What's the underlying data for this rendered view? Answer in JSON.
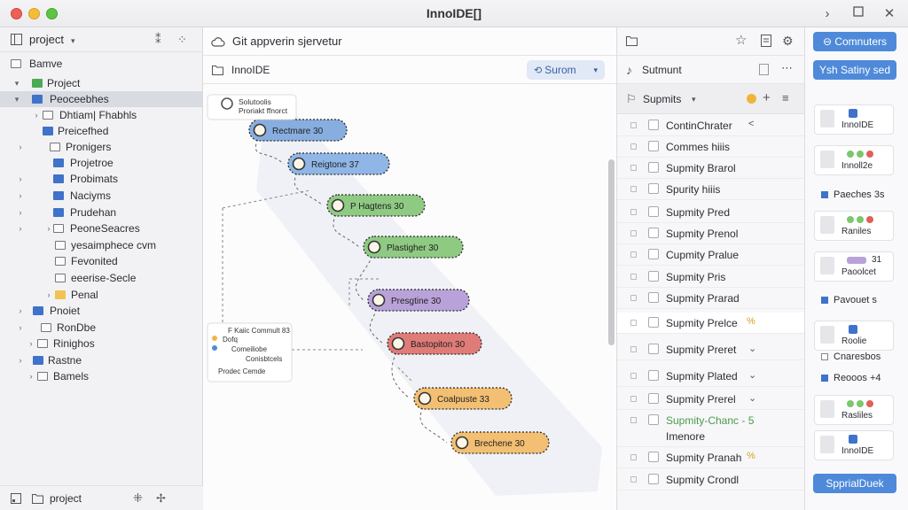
{
  "window": {
    "title": "InnoIDE[]"
  },
  "sidebar": {
    "header_label": "project",
    "items": [
      {
        "label": "Bamve"
      },
      {
        "label": "Project"
      },
      {
        "label": "Peoceebhes"
      },
      {
        "label": "Dhtiam| Fhabhls"
      },
      {
        "label": "Preicefhed"
      },
      {
        "label": "Pronigers"
      },
      {
        "label": "Projetroe"
      },
      {
        "label": "Probimats"
      },
      {
        "label": "Naciyms"
      },
      {
        "label": "Prudehan"
      },
      {
        "label": "PeoneSeacres"
      },
      {
        "label": "yesaimphece cvm"
      },
      {
        "label": "Fevonited"
      },
      {
        "label": "eeerise-Secle"
      },
      {
        "label": "Penal"
      },
      {
        "label": "Pnoiet"
      },
      {
        "label": "RonDbe"
      },
      {
        "label": "Rinighos"
      },
      {
        "label": "Rastne"
      },
      {
        "label": "Bamels"
      }
    ],
    "footer_label": "project"
  },
  "main": {
    "path_label": "Git appverin sjervetur",
    "tab_label": "InnoIDE",
    "chip_label": "Surom"
  },
  "graph": {
    "nodes": [
      {
        "label": "Rectmare 30",
        "color": "#88aee0"
      },
      {
        "label": "Reigtone 37",
        "color": "#8fb6e6"
      },
      {
        "label": "P Hagtens 30",
        "color": "#8fca82"
      },
      {
        "label": "Plastigher 30",
        "color": "#8fca82"
      },
      {
        "label": "Presgtine 30",
        "color": "#b9a2d9"
      },
      {
        "label": "Bastopiton 30",
        "color": "#e07c78"
      },
      {
        "label": "Coalpuste 33",
        "color": "#f3bf72"
      },
      {
        "label": "Brechene 30",
        "color": "#f3bf72"
      }
    ],
    "top_note": [
      "Solutoolis",
      "Proriakt ffnorct"
    ],
    "legend": [
      "F Kaiic Commult 83",
      "Dofq",
      "Comeiliobe",
      "Conisbtcels",
      "Prodec Cemde"
    ]
  },
  "right_panel": {
    "header1_label": "Sutmunt",
    "header2_label": "Supmits",
    "items": [
      {
        "label": "ContinChrater",
        "marker": "<"
      },
      {
        "label": "Commes hiiis",
        "marker": ""
      },
      {
        "label": "Supmity Brarol",
        "marker": ""
      },
      {
        "label": "Spurity hiiis",
        "marker": ""
      },
      {
        "label": "Supmity Pred",
        "marker": ""
      },
      {
        "label": "Supmity Prenol",
        "marker": ""
      },
      {
        "label": "Cupmity Pralue",
        "marker": ""
      },
      {
        "label": "Supmity Pris",
        "marker": ""
      },
      {
        "label": "Supmity Prarad",
        "marker": ""
      },
      {
        "label": "Supmity Prelce",
        "marker": "%"
      },
      {
        "label": "Supmity Preret",
        "marker": "⌄"
      },
      {
        "label": "Supmity Plated",
        "marker": "⌄"
      },
      {
        "label": "Supmity Prerel",
        "marker": "⌄"
      },
      {
        "label": "Supmity Pranah",
        "marker": "%"
      },
      {
        "label": "Supmity Crondl",
        "marker": ""
      }
    ],
    "green_item": "Supmity-Chanc - 5",
    "green_sub": "Imenore"
  },
  "far_right": {
    "commit_button": "Comnuters",
    "synced_button": "Ysh Satiny sed",
    "bottom_button": "SpprialDuek",
    "cards": [
      {
        "label": "InnoIDE"
      },
      {
        "label": "Innoll2e"
      },
      {
        "label": "Paeches 3s"
      },
      {
        "label": "Raniles"
      },
      {
        "label": "Paoolcet"
      },
      {
        "label": "Pavouet s"
      },
      {
        "label": "Roolie"
      },
      {
        "label": "Cnaresbos"
      },
      {
        "label": "Reooos +4"
      },
      {
        "label": "Rasliles"
      },
      {
        "label": "InnoIDE"
      }
    ],
    "badge_31": "31"
  },
  "colors": {
    "accent": "#4e8ad9",
    "selection": "#d8dbe2"
  }
}
